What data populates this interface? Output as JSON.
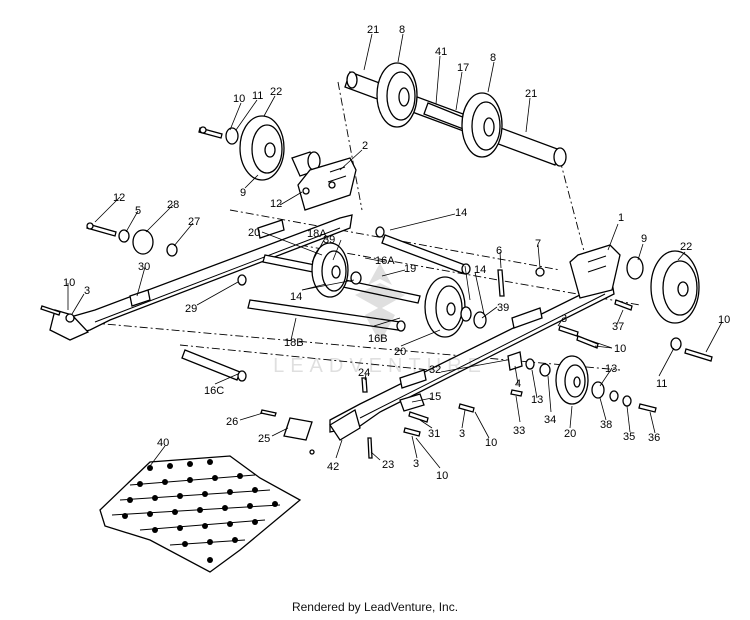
{
  "diagram": {
    "callouts": {
      "c21a": "21",
      "c8a": "8",
      "c41": "41",
      "c17": "17",
      "c8b": "8",
      "c21b": "21",
      "c10a": "10",
      "c11a": "11",
      "c22a": "22",
      "c9a": "9",
      "c2": "2",
      "c12a": "12",
      "c12b": "12",
      "c5": "5",
      "c28": "28",
      "c27": "27",
      "c30": "30",
      "c14a": "14",
      "c20a": "20",
      "c18A": "18A",
      "c39a": "39",
      "c16A": "16A",
      "c19": "19",
      "c14b": "14",
      "c14c": "14",
      "c6": "6",
      "c7": "7",
      "c1": "1",
      "c9b": "9",
      "c22b": "22",
      "c10b": "10",
      "c3a": "3",
      "c29": "29",
      "c39b": "39",
      "c16B": "16B",
      "c18B": "18B",
      "c20b": "20",
      "c3b": "3",
      "c37": "37",
      "c10c": "10",
      "c10d": "10",
      "c11b": "11",
      "c16C": "16C",
      "c32": "32",
      "c4": "4",
      "c13a": "13",
      "c13b": "13",
      "c24": "24",
      "c15": "15",
      "c33": "33",
      "c34": "34",
      "c20c": "20",
      "c38": "38",
      "c35": "35",
      "c36": "36",
      "c26": "26",
      "c25": "25",
      "c31": "31",
      "c3c": "3",
      "c10e": "10",
      "c23": "23",
      "c3d": "3",
      "c10f": "10",
      "c42": "42",
      "c40": "40"
    }
  },
  "watermark": {
    "text": "LEADVENTURE"
  },
  "footer": {
    "text": "Rendered by LeadVenture, Inc."
  }
}
